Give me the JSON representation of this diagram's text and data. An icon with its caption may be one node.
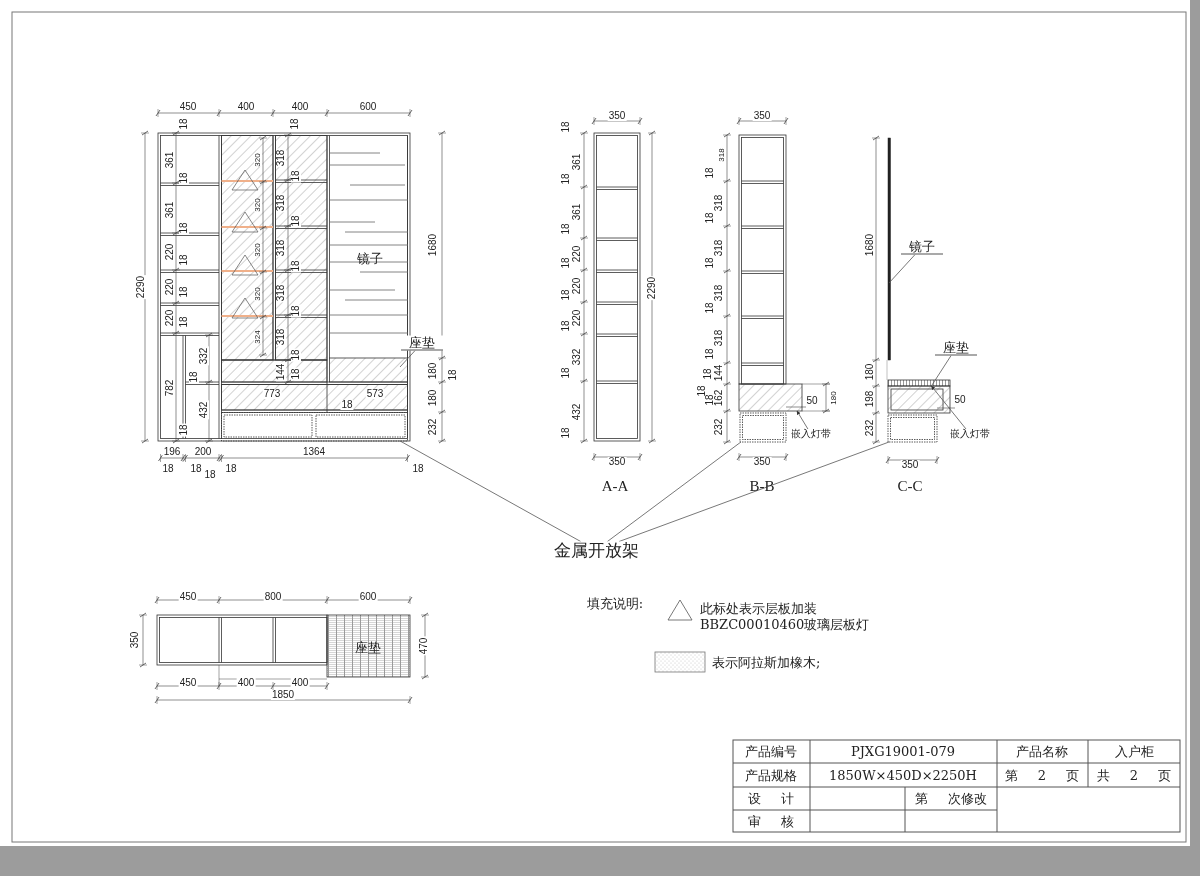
{
  "diagram": {
    "nodes": [
      {
        "text": [
          "金属开放架"
        ]
      },
      {
        "text": [
          "座垫"
        ]
      },
      {
        "text": [
          "镜子"
        ]
      },
      {
        "text": [
          "座垫"
        ]
      },
      {
        "text": [
          "嵌入灯带"
        ]
      },
      {
        "text": [
          "嵌入灯带"
        ]
      },
      {
        "text": [],
        "shape": "box"
      },
      {
        "text": [],
        "shape": "box"
      },
      {
        "text": [],
        "shape": "box"
      },
      {
        "text": [],
        "shape": "box"
      },
      {
        "text": [],
        "shape": "box"
      }
    ],
    "edges": [
      {
        "from": 0,
        "to": 6,
        "arrow": "none"
      },
      {
        "from": 0,
        "to": 7,
        "arrow": "none"
      },
      {
        "from": 0,
        "to": 8,
        "arrow": "none"
      },
      {
        "from": 1,
        "to": null,
        "arrow": "none"
      },
      {
        "from": 2,
        "to": null,
        "arrow": "none"
      },
      {
        "from": 3,
        "to": 10,
        "arrow": "none"
      },
      {
        "from": 4,
        "to": 9,
        "arrow": "to"
      },
      {
        "from": 5,
        "to": 10,
        "arrow": "to"
      }
    ],
    "labels": [
      "450",
      "400",
      "400",
      "600",
      "18",
      "18",
      "2290",
      "361",
      "18",
      "361",
      "18",
      "220",
      "18",
      "220",
      "18",
      "220",
      "18",
      "782",
      "18",
      "332",
      "18",
      "432",
      "320",
      "320",
      "320",
      "320",
      "324",
      "318",
      "18",
      "318",
      "18",
      "318",
      "18",
      "318",
      "18",
      "318",
      "18",
      "144",
      "18",
      "773",
      "573",
      "18",
      "镜子",
      "1680",
      "180",
      "18",
      "180",
      "232",
      "196",
      "200",
      "1364",
      "18",
      "18",
      "18",
      "18",
      "18",
      "350",
      "18",
      "361",
      "18",
      "361",
      "18",
      "220",
      "18",
      "220",
      "18",
      "220",
      "18",
      "332",
      "18",
      "432",
      "18",
      "2290",
      "350",
      "A-A",
      "350",
      "318",
      "18",
      "318",
      "18",
      "318",
      "18",
      "318",
      "18",
      "318",
      "18",
      "18",
      "144",
      "18",
      "18",
      "162",
      "232",
      "50",
      "180",
      "350",
      "B-B",
      "1680",
      "180",
      "198",
      "232",
      "50",
      "350",
      "C-C",
      "450",
      "800",
      "600",
      "350",
      "座垫",
      "470",
      "450",
      "400",
      "400",
      "1850",
      "填充说明:",
      "产品编号",
      "PJXG19001-079",
      "产品名称",
      "入户柜",
      "产品规格",
      "1850W×450D×2250H",
      "第 2 页",
      "共 2 页",
      "设 计",
      "第 次修改",
      "审 核"
    ],
    "legend": [
      {
        "text": "此标处表示层板加装BBZC00010460玻璃层板灯"
      },
      {
        "text": "表示阿拉斯加橡木;"
      }
    ]
  }
}
